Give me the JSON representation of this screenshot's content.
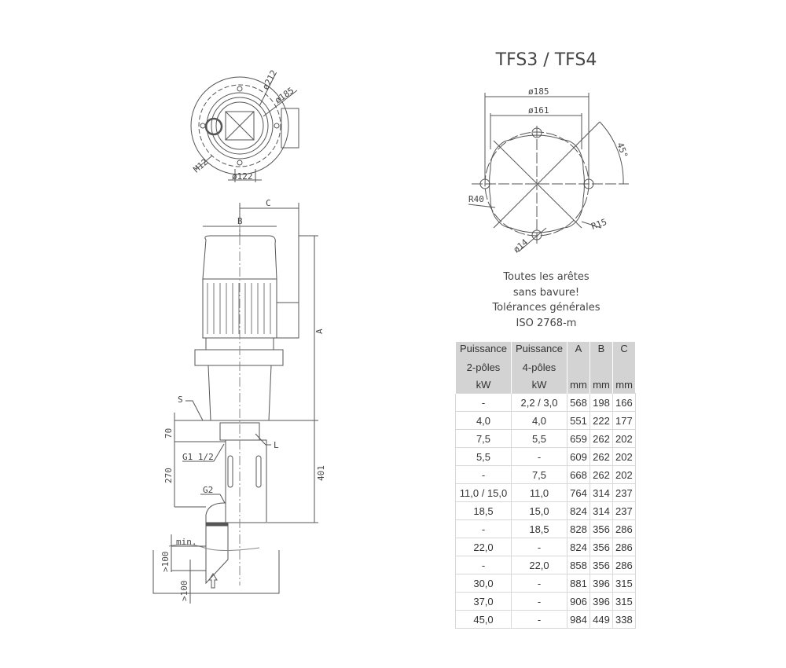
{
  "title": "TFS3 / TFS4",
  "notes": [
    "Toutes les arêtes",
    "sans bavure!",
    "Tolérances générales",
    "ISO 2768-m"
  ],
  "drawing_left": {
    "top_view_labels": {
      "d212": "ø212",
      "d185": "ø185",
      "m12": "M12",
      "d122": "ø122"
    },
    "side_view_labels": {
      "c": "C",
      "b": "B",
      "a": "A",
      "s": "S",
      "l": "L",
      "d70": "70",
      "g1": "G1 1/2",
      "d270": "270",
      "d401": "401",
      "g2": "G2",
      "min": "min.",
      "d100a": ">100",
      "d100b": ">100"
    }
  },
  "drawing_right": {
    "d185": "ø185",
    "d161": "ø161",
    "angle": "45°",
    "r40": "R40",
    "r15": "R15",
    "d14": "ø14"
  },
  "table": {
    "headers": [
      [
        "Puissance",
        "2-pôles",
        "kW"
      ],
      [
        "Puissance",
        "4-pôles",
        "kW"
      ],
      [
        "A",
        "",
        "mm"
      ],
      [
        "B",
        "",
        "mm"
      ],
      [
        "C",
        "",
        "mm"
      ]
    ],
    "rows": [
      [
        "-",
        "2,2 / 3,0",
        "568",
        "198",
        "166"
      ],
      [
        "4,0",
        "4,0",
        "551",
        "222",
        "177"
      ],
      [
        "7,5",
        "5,5",
        "659",
        "262",
        "202"
      ],
      [
        "5,5",
        "-",
        "609",
        "262",
        "202"
      ],
      [
        "-",
        "7,5",
        "668",
        "262",
        "202"
      ],
      [
        "11,0 / 15,0",
        "11,0",
        "764",
        "314",
        "237"
      ],
      [
        "18,5",
        "15,0",
        "824",
        "314",
        "237"
      ],
      [
        "-",
        "18,5",
        "828",
        "356",
        "286"
      ],
      [
        "22,0",
        "-",
        "824",
        "356",
        "286"
      ],
      [
        "-",
        "22,0",
        "858",
        "356",
        "286"
      ],
      [
        "30,0",
        "-",
        "881",
        "396",
        "315"
      ],
      [
        "37,0",
        "-",
        "906",
        "396",
        "315"
      ],
      [
        "45,0",
        "-",
        "984",
        "449",
        "338"
      ]
    ]
  }
}
